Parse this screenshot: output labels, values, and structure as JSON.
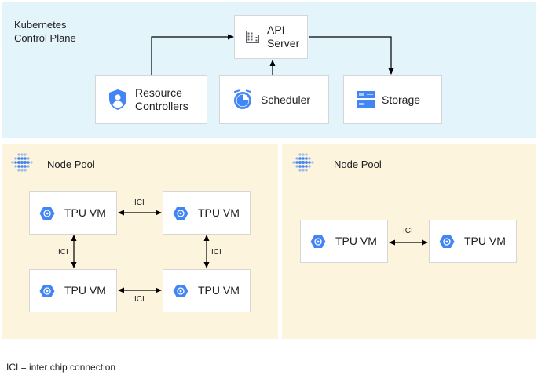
{
  "control_plane": {
    "title": "Kubernetes\nControl Plane",
    "api_server": "API\nServer",
    "resource_controllers": "Resource\nControllers",
    "scheduler": "Scheduler",
    "storage": "Storage"
  },
  "node_pools": [
    {
      "title": "Node Pool",
      "vms": [
        "TPU VM",
        "TPU VM",
        "TPU VM",
        "TPU VM"
      ],
      "links": [
        "ICI",
        "ICI",
        "ICI",
        "ICI"
      ]
    },
    {
      "title": "Node Pool",
      "vms": [
        "TPU VM",
        "TPU VM"
      ],
      "links": [
        "ICI"
      ]
    }
  ],
  "footnote": "ICI = inter chip connection",
  "colors": {
    "control_plane_bg": "#e4f4fb",
    "node_pool_bg": "#fcf4dc",
    "icon_blue": "#4285f4",
    "icon_light_blue": "#aecbfa"
  },
  "icons": {
    "api_server": "building-icon",
    "resource_controllers": "shield-person-icon",
    "scheduler": "clock-icon",
    "storage": "storage-icon",
    "node_pool": "dot-grid-icon",
    "tpu_vm": "hexagon-chip-icon"
  }
}
